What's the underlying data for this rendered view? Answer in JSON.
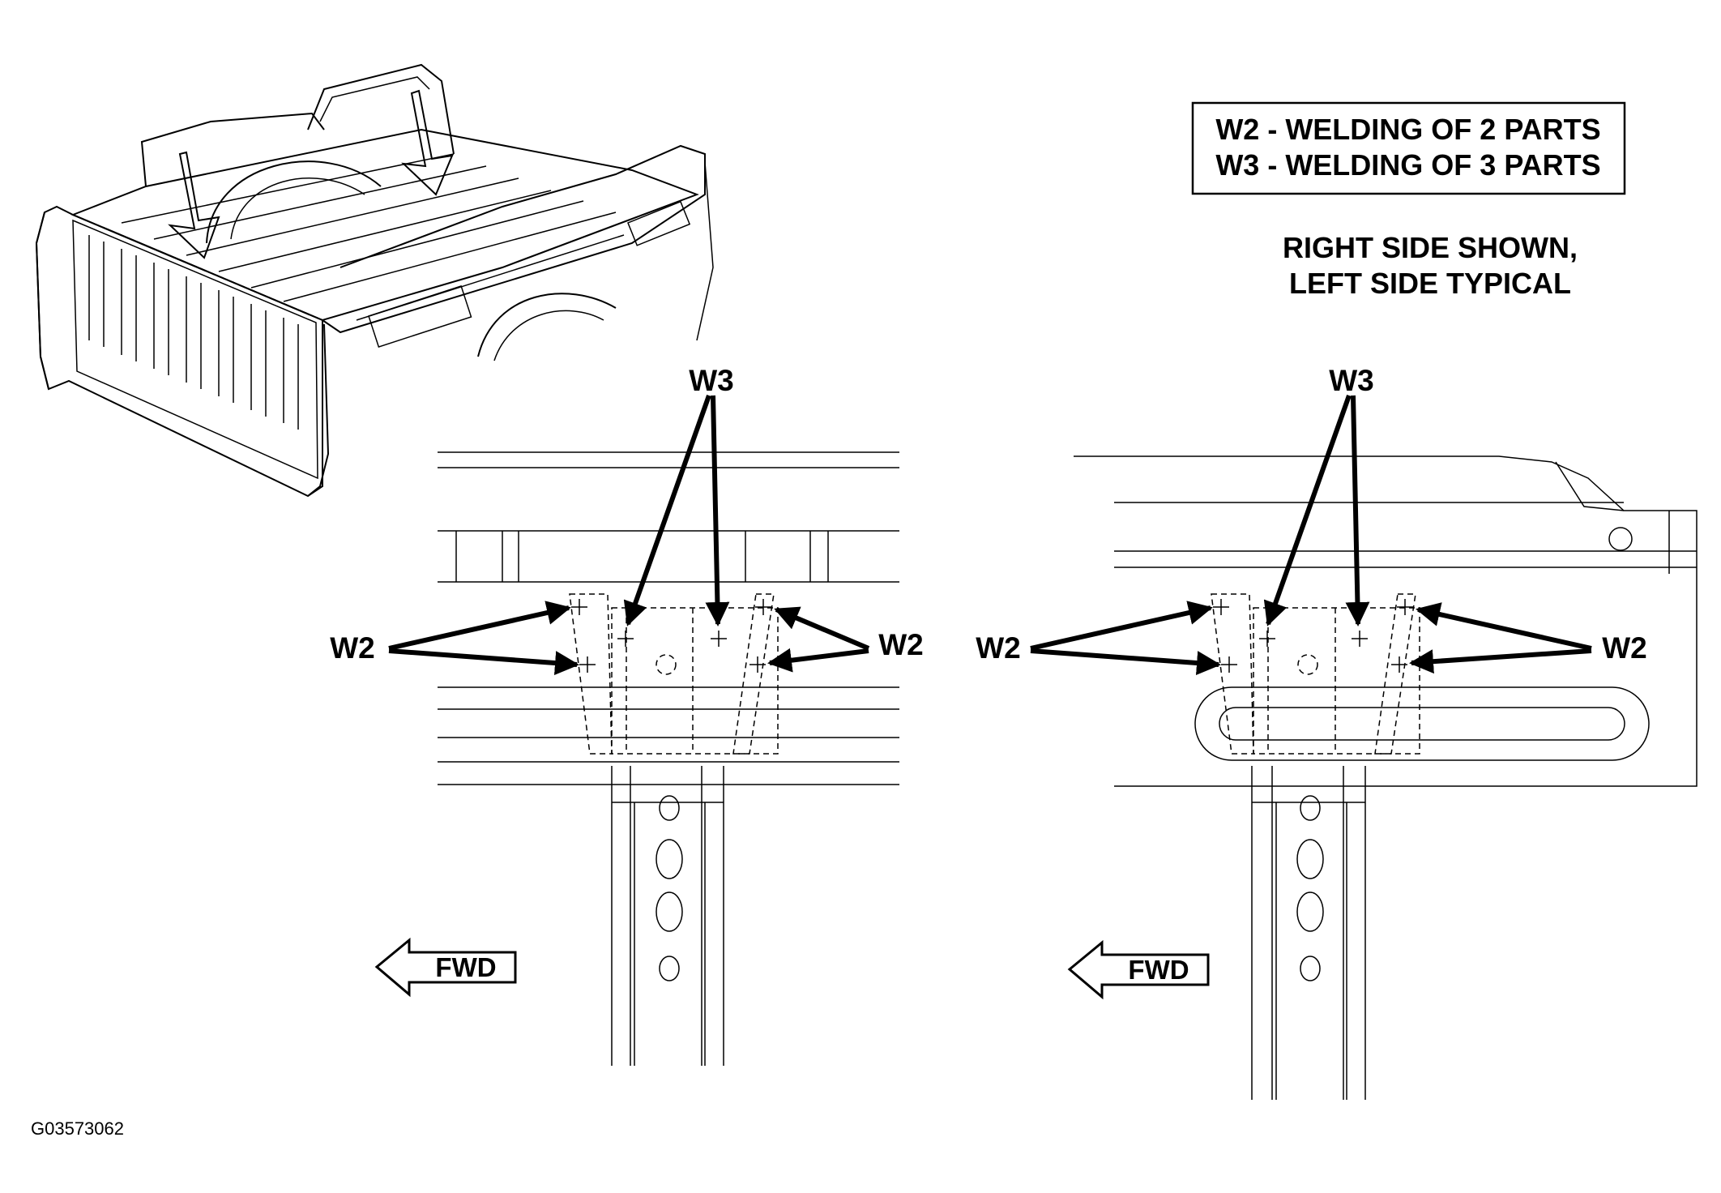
{
  "legend": {
    "line1": "W2 - WELDING OF 2 PARTS",
    "line2": "W3 - WELDING OF 3 PARTS"
  },
  "note": {
    "line1": "RIGHT SIDE SHOWN,",
    "line2": "LEFT SIDE TYPICAL"
  },
  "left_view": {
    "w3_label": "W3",
    "w2_left_label": "W2",
    "w2_right_label": "W2",
    "fwd_label": "FWD"
  },
  "right_view": {
    "w3_label": "W3",
    "w2_left_label": "W2",
    "w2_right_label": "W2",
    "fwd_label": "FWD"
  },
  "figure_id": "G03573062",
  "icons": {
    "overview": "pickup-bed-icon",
    "direction": "forward-arrow-icon"
  }
}
